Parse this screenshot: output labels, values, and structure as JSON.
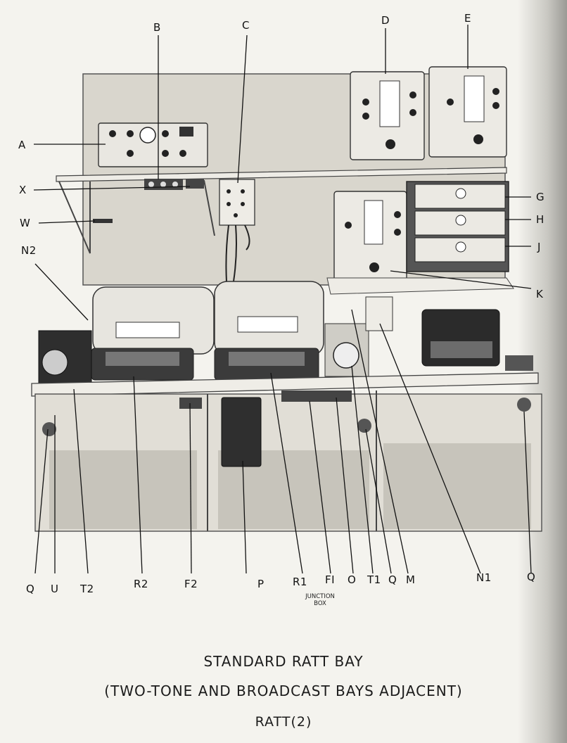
{
  "callouts": {
    "A": "A",
    "B": "B",
    "C": "C",
    "D": "D",
    "E": "E",
    "G": "G",
    "H": "H",
    "J": "J",
    "K": "K",
    "X": "X",
    "W": "W",
    "N2": "N2",
    "Q1": "Q",
    "U": "U",
    "T2": "T2",
    "R2": "R2",
    "F2": "F2",
    "P": "P",
    "R1": "R1",
    "F1": "FI",
    "O": "O",
    "T1": "T1",
    "Q2": "Q",
    "M": "M",
    "N1": "N1",
    "Q3": "Q"
  },
  "junction_box": {
    "line1": "JUNCTION",
    "line2": "BOX"
  },
  "caption": {
    "line1": "STANDARD RATT BAY",
    "line2": "(TWO-TONE AND BROADCAST BAYS ADJACENT)",
    "line3": "RATT(2)"
  }
}
